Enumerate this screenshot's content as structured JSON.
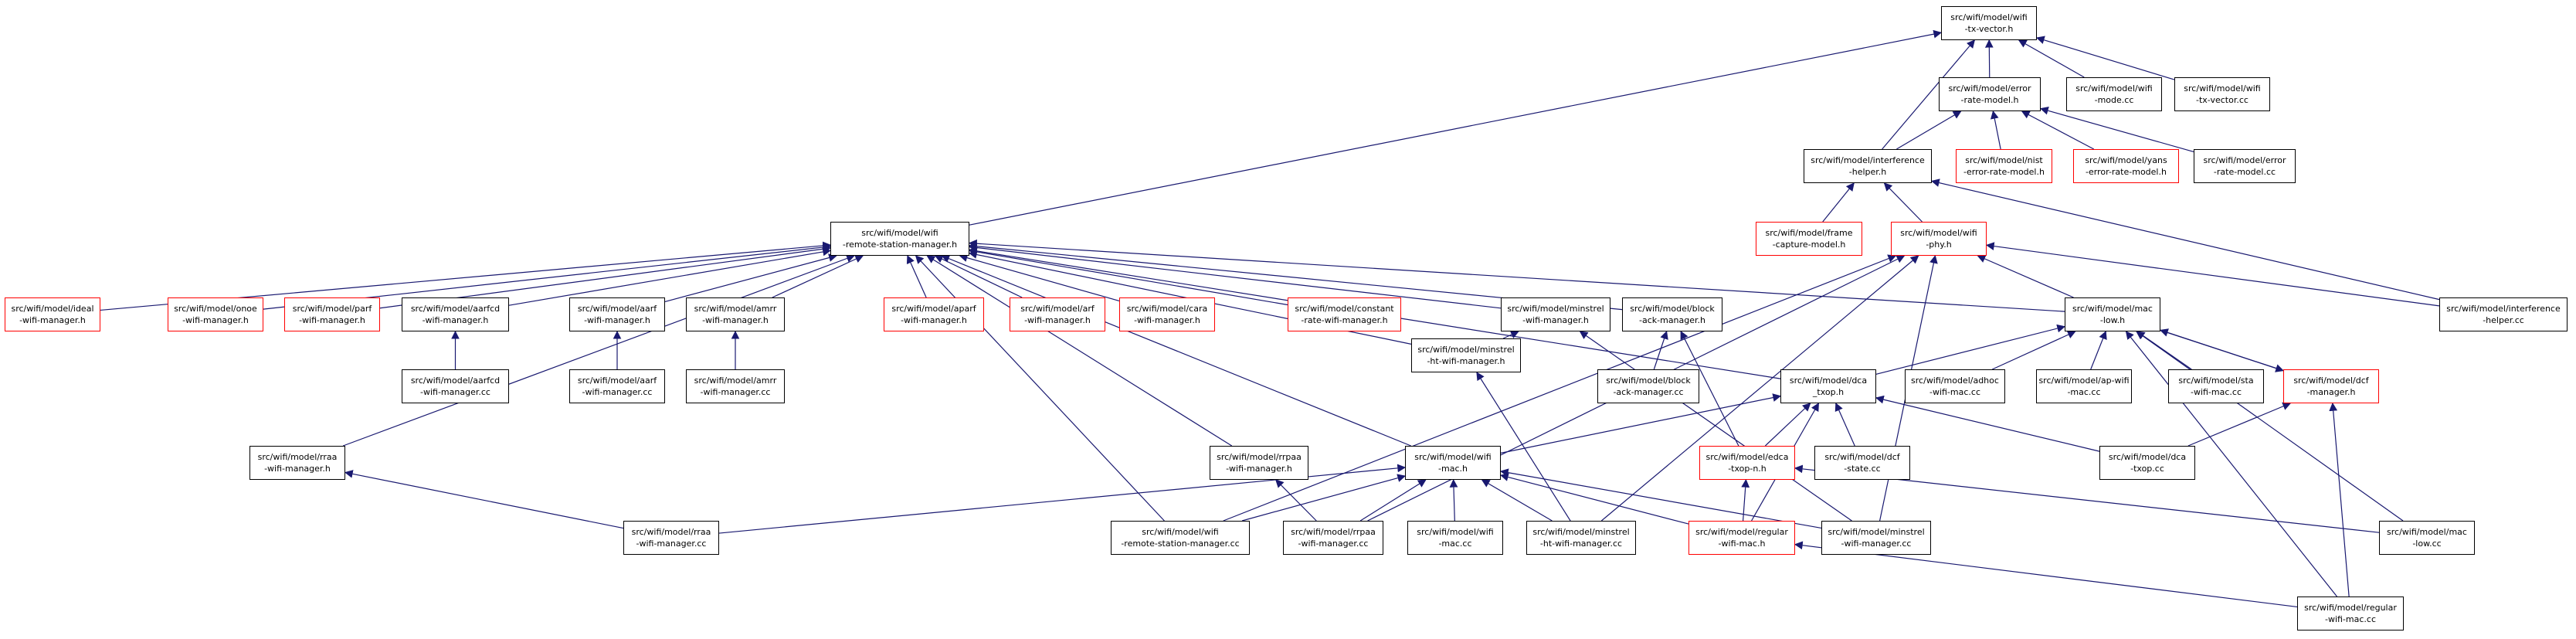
{
  "colors": {
    "edge": "#191970",
    "border": "#000000",
    "incomplete_border": "#ff0000",
    "root_fill": "#bfbfbf"
  },
  "nodes": [
    {
      "id": "txvector_h",
      "l1": "src/wifi/model/wifi",
      "l2": "-tx-vector.h",
      "style": "root"
    },
    {
      "id": "error_rate_model_h",
      "l1": "src/wifi/model/error",
      "l2": "-rate-model.h",
      "style": "normal"
    },
    {
      "id": "wifi_mode_cc",
      "l1": "src/wifi/model/wifi",
      "l2": "-mode.cc",
      "style": "normal"
    },
    {
      "id": "wifi_tx_vector_cc",
      "l1": "src/wifi/model/wifi",
      "l2": "-tx-vector.cc",
      "style": "normal"
    },
    {
      "id": "interference_helper_h",
      "l1": "src/wifi/model/interference",
      "l2": "-helper.h",
      "style": "normal"
    },
    {
      "id": "nist_error_rate_model_h",
      "l1": "src/wifi/model/nist",
      "l2": "-error-rate-model.h",
      "style": "red"
    },
    {
      "id": "yans_error_rate_model_h",
      "l1": "src/wifi/model/yans",
      "l2": "-error-rate-model.h",
      "style": "red"
    },
    {
      "id": "error_rate_model_cc",
      "l1": "src/wifi/model/error",
      "l2": "-rate-model.cc",
      "style": "normal"
    },
    {
      "id": "wifi_remote_station_manager_h",
      "l1": "src/wifi/model/wifi",
      "l2": "-remote-station-manager.h",
      "style": "normal"
    },
    {
      "id": "frame_capture_model_h",
      "l1": "src/wifi/model/frame",
      "l2": "-capture-model.h",
      "style": "red"
    },
    {
      "id": "wifi_phy_h",
      "l1": "src/wifi/model/wifi",
      "l2": "-phy.h",
      "style": "red"
    },
    {
      "id": "ideal_wifi_manager_h",
      "l1": "src/wifi/model/ideal",
      "l2": "-wifi-manager.h",
      "style": "red"
    },
    {
      "id": "onoe_wifi_manager_h",
      "l1": "src/wifi/model/onoe",
      "l2": "-wifi-manager.h",
      "style": "red"
    },
    {
      "id": "parf_wifi_manager_h",
      "l1": "src/wifi/model/parf",
      "l2": "-wifi-manager.h",
      "style": "red"
    },
    {
      "id": "aarfcd_wifi_manager_h",
      "l1": "src/wifi/model/aarfcd",
      "l2": "-wifi-manager.h",
      "style": "normal"
    },
    {
      "id": "aarf_wifi_manager_h",
      "l1": "src/wifi/model/aarf",
      "l2": "-wifi-manager.h",
      "style": "normal"
    },
    {
      "id": "amrr_wifi_manager_h",
      "l1": "src/wifi/model/amrr",
      "l2": "-wifi-manager.h",
      "style": "normal"
    },
    {
      "id": "aparf_wifi_manager_h",
      "l1": "src/wifi/model/aparf",
      "l2": "-wifi-manager.h",
      "style": "red"
    },
    {
      "id": "arf_wifi_manager_h",
      "l1": "src/wifi/model/arf",
      "l2": "-wifi-manager.h",
      "style": "red"
    },
    {
      "id": "cara_wifi_manager_h",
      "l1": "src/wifi/model/cara",
      "l2": "-wifi-manager.h",
      "style": "red"
    },
    {
      "id": "constant_rate_wifi_manager_h",
      "l1": "src/wifi/model/constant",
      "l2": "-rate-wifi-manager.h",
      "style": "red"
    },
    {
      "id": "minstrel_wifi_manager_h",
      "l1": "src/wifi/model/minstrel",
      "l2": "-wifi-manager.h",
      "style": "normal"
    },
    {
      "id": "block_ack_manager_h",
      "l1": "src/wifi/model/block",
      "l2": "-ack-manager.h",
      "style": "normal"
    },
    {
      "id": "mac_low_h",
      "l1": "src/wifi/model/mac",
      "l2": "-low.h",
      "style": "normal"
    },
    {
      "id": "interference_helper_cc",
      "l1": "src/wifi/model/interference",
      "l2": "-helper.cc",
      "style": "normal"
    },
    {
      "id": "aarfcd_wifi_manager_cc",
      "l1": "src/wifi/model/aarfcd",
      "l2": "-wifi-manager.cc",
      "style": "normal"
    },
    {
      "id": "aarf_wifi_manager_cc",
      "l1": "src/wifi/model/aarf",
      "l2": "-wifi-manager.cc",
      "style": "normal"
    },
    {
      "id": "amrr_wifi_manager_cc",
      "l1": "src/wifi/model/amrr",
      "l2": "-wifi-manager.cc",
      "style": "normal"
    },
    {
      "id": "minstrel_ht_wifi_manager_h",
      "l1": "src/wifi/model/minstrel",
      "l2": "-ht-wifi-manager.h",
      "style": "normal"
    },
    {
      "id": "block_ack_manager_cc",
      "l1": "src/wifi/model/block",
      "l2": "-ack-manager.cc",
      "style": "normal"
    },
    {
      "id": "dca_txop_h",
      "l1": "src/wifi/model/dca",
      "l2": "_txop.h",
      "style": "normal"
    },
    {
      "id": "adhoc_wifi_mac_cc",
      "l1": "src/wifi/model/adhoc",
      "l2": "-wifi-mac.cc",
      "style": "normal"
    },
    {
      "id": "ap_wifi_mac_cc",
      "l1": "src/wifi/model/ap-wifi",
      "l2": "-mac.cc",
      "style": "normal"
    },
    {
      "id": "sta_wifi_mac_cc",
      "l1": "src/wifi/model/sta",
      "l2": "-wifi-mac.cc",
      "style": "normal"
    },
    {
      "id": "dcf_manager_h",
      "l1": "src/wifi/model/dcf",
      "l2": "-manager.h",
      "style": "red"
    },
    {
      "id": "mac_low_cc",
      "l1": "src/wifi/model/mac",
      "l2": "-low.cc",
      "style": "normal"
    },
    {
      "id": "rraa_wifi_manager_h",
      "l1": "src/wifi/model/rraa",
      "l2": "-wifi-manager.h",
      "style": "normal"
    },
    {
      "id": "rrpaa_wifi_manager_h",
      "l1": "src/wifi/model/rrpaa",
      "l2": "-wifi-manager.h",
      "style": "normal"
    },
    {
      "id": "wifi_mac_h",
      "l1": "src/wifi/model/wifi",
      "l2": "-mac.h",
      "style": "normal"
    },
    {
      "id": "edca_txop_n_h",
      "l1": "src/wifi/model/edca",
      "l2": "-txop-n.h",
      "style": "red"
    },
    {
      "id": "dcf_state_cc",
      "l1": "src/wifi/model/dcf",
      "l2": "-state.cc",
      "style": "normal"
    },
    {
      "id": "dca_txop_cc",
      "l1": "src/wifi/model/dca",
      "l2": "-txop.cc",
      "style": "normal"
    },
    {
      "id": "rraa_wifi_manager_cc",
      "l1": "src/wifi/model/rraa",
      "l2": "-wifi-manager.cc",
      "style": "normal"
    },
    {
      "id": "wifi_remote_station_manager_cc",
      "l1": "src/wifi/model/wifi",
      "l2": "-remote-station-manager.cc",
      "style": "normal"
    },
    {
      "id": "rrpaa_wifi_manager_cc",
      "l1": "src/wifi/model/rrpaa",
      "l2": "-wifi-manager.cc",
      "style": "normal"
    },
    {
      "id": "wifi_mac_cc",
      "l1": "src/wifi/model/wifi",
      "l2": "-mac.cc",
      "style": "normal"
    },
    {
      "id": "minstrel_ht_wifi_manager_cc",
      "l1": "src/wifi/model/minstrel",
      "l2": "-ht-wifi-manager.cc",
      "style": "normal"
    },
    {
      "id": "regular_wifi_mac_h",
      "l1": "src/wifi/model/regular",
      "l2": "-wifi-mac.h",
      "style": "red"
    },
    {
      "id": "minstrel_wifi_manager_cc",
      "l1": "src/wifi/model/minstrel",
      "l2": "-wifi-manager.cc",
      "style": "normal"
    },
    {
      "id": "regular_wifi_mac_cc",
      "l1": "src/wifi/model/regular",
      "l2": "-wifi-mac.cc",
      "style": "normal"
    }
  ],
  "edges": [
    [
      "error_rate_model_h",
      "txvector_h"
    ],
    [
      "wifi_mode_cc",
      "txvector_h"
    ],
    [
      "wifi_tx_vector_cc",
      "txvector_h"
    ],
    [
      "interference_helper_h",
      "txvector_h"
    ],
    [
      "wifi_remote_station_manager_h",
      "txvector_h"
    ],
    [
      "interference_helper_h",
      "error_rate_model_h"
    ],
    [
      "nist_error_rate_model_h",
      "error_rate_model_h"
    ],
    [
      "yans_error_rate_model_h",
      "error_rate_model_h"
    ],
    [
      "error_rate_model_cc",
      "error_rate_model_h"
    ],
    [
      "frame_capture_model_h",
      "interference_helper_h"
    ],
    [
      "wifi_phy_h",
      "interference_helper_h"
    ],
    [
      "interference_helper_cc",
      "interference_helper_h"
    ],
    [
      "ideal_wifi_manager_h",
      "wifi_remote_station_manager_h"
    ],
    [
      "onoe_wifi_manager_h",
      "wifi_remote_station_manager_h"
    ],
    [
      "parf_wifi_manager_h",
      "wifi_remote_station_manager_h"
    ],
    [
      "aarfcd_wifi_manager_h",
      "wifi_remote_station_manager_h"
    ],
    [
      "aarf_wifi_manager_h",
      "wifi_remote_station_manager_h"
    ],
    [
      "amrr_wifi_manager_h",
      "wifi_remote_station_manager_h"
    ],
    [
      "aparf_wifi_manager_h",
      "wifi_remote_station_manager_h"
    ],
    [
      "arf_wifi_manager_h",
      "wifi_remote_station_manager_h"
    ],
    [
      "cara_wifi_manager_h",
      "wifi_remote_station_manager_h"
    ],
    [
      "constant_rate_wifi_manager_h",
      "wifi_remote_station_manager_h"
    ],
    [
      "minstrel_wifi_manager_h",
      "wifi_remote_station_manager_h"
    ],
    [
      "block_ack_manager_h",
      "wifi_remote_station_manager_h"
    ],
    [
      "mac_low_h",
      "wifi_remote_station_manager_h"
    ],
    [
      "rraa_wifi_manager_h",
      "wifi_remote_station_manager_h"
    ],
    [
      "rrpaa_wifi_manager_h",
      "wifi_remote_station_manager_h"
    ],
    [
      "wifi_mac_h",
      "wifi_remote_station_manager_h"
    ],
    [
      "dca_txop_h",
      "wifi_remote_station_manager_h"
    ],
    [
      "minstrel_ht_wifi_manager_h",
      "wifi_remote_station_manager_h"
    ],
    [
      "wifi_remote_station_manager_cc",
      "wifi_remote_station_manager_h"
    ],
    [
      "aarfcd_wifi_manager_cc",
      "aarfcd_wifi_manager_h"
    ],
    [
      "aarf_wifi_manager_cc",
      "aarf_wifi_manager_h"
    ],
    [
      "amrr_wifi_manager_cc",
      "amrr_wifi_manager_h"
    ],
    [
      "minstrel_ht_wifi_manager_h",
      "minstrel_wifi_manager_h"
    ],
    [
      "minstrel_wifi_manager_cc",
      "minstrel_wifi_manager_h"
    ],
    [
      "block_ack_manager_cc",
      "block_ack_manager_h"
    ],
    [
      "edca_txop_n_h",
      "block_ack_manager_h"
    ],
    [
      "mac_low_h",
      "wifi_phy_h"
    ],
    [
      "interference_helper_cc",
      "wifi_phy_h"
    ],
    [
      "wifi_remote_station_manager_cc",
      "wifi_phy_h"
    ],
    [
      "rrpaa_wifi_manager_cc",
      "wifi_phy_h"
    ],
    [
      "minstrel_ht_wifi_manager_cc",
      "wifi_phy_h"
    ],
    [
      "minstrel_wifi_manager_cc",
      "wifi_phy_h"
    ],
    [
      "dca_txop_h",
      "mac_low_h"
    ],
    [
      "adhoc_wifi_mac_cc",
      "mac_low_h"
    ],
    [
      "ap_wifi_mac_cc",
      "mac_low_h"
    ],
    [
      "sta_wifi_mac_cc",
      "mac_low_h"
    ],
    [
      "dcf_manager_h",
      "mac_low_h"
    ],
    [
      "mac_low_cc",
      "mac_low_h"
    ],
    [
      "regular_wifi_mac_cc",
      "mac_low_h"
    ],
    [
      "mac_low_h",
      "dcf_manager_h"
    ],
    [
      "dca_txop_cc",
      "dcf_manager_h"
    ],
    [
      "regular_wifi_mac_cc",
      "dcf_manager_h"
    ],
    [
      "wifi_mac_h",
      "dca_txop_h"
    ],
    [
      "edca_txop_n_h",
      "dca_txop_h"
    ],
    [
      "dcf_state_cc",
      "dca_txop_h"
    ],
    [
      "dca_txop_cc",
      "dca_txop_h"
    ],
    [
      "regular_wifi_mac_h",
      "dca_txop_h"
    ],
    [
      "minstrel_ht_wifi_manager_cc",
      "minstrel_ht_wifi_manager_h"
    ],
    [
      "rraa_wifi_manager_cc",
      "rraa_wifi_manager_h"
    ],
    [
      "rrpaa_wifi_manager_cc",
      "rrpaa_wifi_manager_h"
    ],
    [
      "rraa_wifi_manager_cc",
      "wifi_mac_h"
    ],
    [
      "wifi_remote_station_manager_cc",
      "wifi_mac_h"
    ],
    [
      "rrpaa_wifi_manager_cc",
      "wifi_mac_h"
    ],
    [
      "wifi_mac_cc",
      "wifi_mac_h"
    ],
    [
      "minstrel_ht_wifi_manager_cc",
      "wifi_mac_h"
    ],
    [
      "regular_wifi_mac_h",
      "wifi_mac_h"
    ],
    [
      "minstrel_wifi_manager_cc",
      "wifi_mac_h"
    ],
    [
      "regular_wifi_mac_h",
      "edca_txop_n_h"
    ],
    [
      "mac_low_cc",
      "edca_txop_n_h"
    ],
    [
      "regular_wifi_mac_cc",
      "regular_wifi_mac_h"
    ]
  ]
}
